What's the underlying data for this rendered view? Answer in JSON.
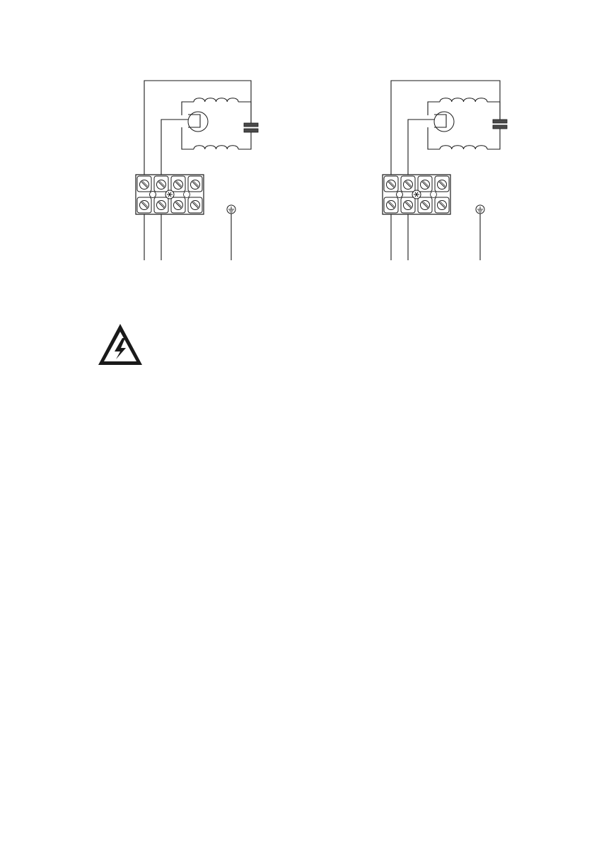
{
  "page": {
    "background": "#ffffff",
    "ink": "#1a1a1a",
    "capacitor_fill": "#4a4a4a"
  },
  "diagrams": [
    {
      "name": "wiring-diagram-left",
      "components": [
        "power-wire-1",
        "power-wire-2",
        "ground-wire",
        "terminal-block",
        "ground-symbol",
        "motor-winding-top",
        "motor-winding-bottom",
        "thermal-protector",
        "run-capacitor"
      ]
    },
    {
      "name": "wiring-diagram-right",
      "components": [
        "power-wire-1",
        "power-wire-2",
        "ground-wire",
        "terminal-block",
        "ground-symbol",
        "motor-winding-top",
        "motor-winding-bottom",
        "thermal-protector",
        "run-capacitor"
      ]
    }
  ],
  "warning": {
    "icon": "high-voltage-warning-icon",
    "text": ""
  }
}
